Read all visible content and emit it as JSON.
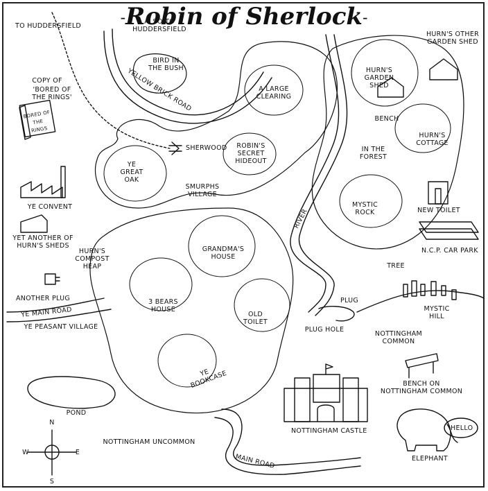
{
  "title": "Robin of Sherlock",
  "labels": {
    "to_huddersfield": "To Huddersfield",
    "also_to_huddersfield": "Also to Huddersfield",
    "bird_in_bush": "Bird in the Bush",
    "yellow_brick_road": "Yellow Brick Road",
    "copy_of": "Copy of",
    "bored_of_rings": "'Bored of the Rings'",
    "book_cover": "Bored of the Rings",
    "a_large_clearing": "A Large Clearing",
    "hurns_garden_shed": "Hurn's Garden Shed",
    "hurns_other_garden_shed": "Hurn's Other Garden Shed",
    "bench": "Bench",
    "hurns_cottage": "Hurn's Cottage",
    "in_the_forest": "In the Forest",
    "sherwood": "Sherwood",
    "robins_secret_hideout": "Robin's Secret Hideout",
    "ye_great_oak": "Ye Great Oak",
    "smurphs_village": "Smurphs Village",
    "ye_convent": "Ye Convent",
    "mystic_rock": "Mystic Rock",
    "new_toilet": "New Toilet",
    "river": "River",
    "yet_another_shed": "Yet Another of Hurn's Sheds",
    "hurns_compost_heap": "Hurn's Compost Heap",
    "grandmas_house": "Grandma's House",
    "ncp_car_park": "N.C.P. Car Park",
    "tree": "Tree",
    "another_plug": "Another Plug",
    "three_bears_house": "3 Bears House",
    "old_toilet": "Old Toilet",
    "plug": "Plug",
    "plug_hole": "Plug Hole",
    "mystic_hill": "Mystic Hill",
    "ye_main_road": "Ye Main Road",
    "ye_peasant_village": "Ye Peasant Village",
    "nottingham_common": "Nottingham Common",
    "ye_bookcase": "Ye Bookcase",
    "bench_on_common": "Bench on Nottingham Common",
    "pond": "Pond",
    "nottingham_castle": "Nottingham Castle",
    "hello": "Hello",
    "elephant": "Elephant",
    "nottingham_uncommon": "Nottingham Uncommon",
    "main_road": "Main Road",
    "compass_n": "N",
    "compass_s": "S",
    "compass_e": "E",
    "compass_w": "W"
  }
}
